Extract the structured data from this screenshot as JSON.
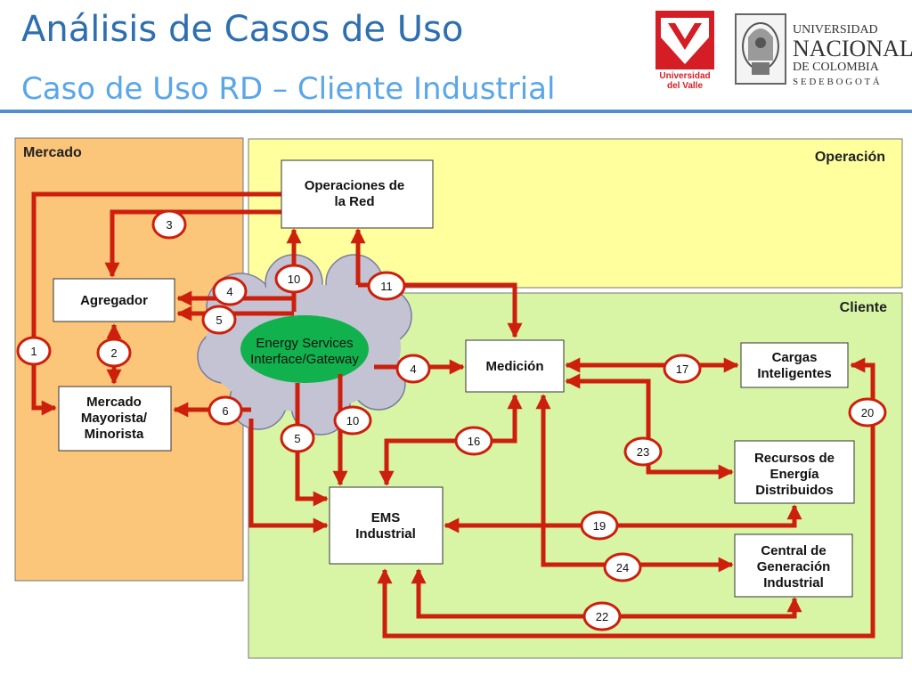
{
  "header": {
    "title": "Análisis de Casos de Uso",
    "subtitle": "Caso de Uso RD – Cliente Industrial"
  },
  "logos": {
    "left_line1": "Universidad",
    "left_line2": "del Valle",
    "right_line1": "UNIVERSIDAD",
    "right_line2": "NACIONAL",
    "right_line3": "DE COLOMBIA",
    "right_line4": "S E D E   B O G O T Á"
  },
  "diagram": {
    "domains": {
      "mercado": "Mercado",
      "operacion": "Operación",
      "cliente": "Cliente"
    },
    "nodes": {
      "operaciones_red_1": "Operaciones de",
      "operaciones_red_2": "la Red",
      "agregador": "Agregador",
      "mercado_1": "Mercado",
      "mercado_2": "Mayorista/",
      "mercado_3": "Minorista",
      "gateway_1": "Energy Services",
      "gateway_2": "Interface/Gateway",
      "medicion": "Medición",
      "cargas_1": "Cargas",
      "cargas_2": "Inteligentes",
      "recursos_1": "Recursos de",
      "recursos_2": "Energía",
      "recursos_3": "Distribuidos",
      "ems_1": "EMS",
      "ems_2": "Industrial",
      "central_1": "Central de",
      "central_2": "Generación",
      "central_3": "Industrial"
    },
    "flows": {
      "f1": "1",
      "f2": "2",
      "f3": "3",
      "f4a": "4",
      "f5a": "5",
      "f6": "6",
      "f10a": "10",
      "f11": "11",
      "f4b": "4",
      "f10b": "10",
      "f5b": "5",
      "f16": "16",
      "f17": "17",
      "f20": "20",
      "f23": "23",
      "f19": "19",
      "f24": "24",
      "f22": "22"
    },
    "colors": {
      "mercado_fill": "#fbc67a",
      "operacion_fill": "#ffff9e",
      "cliente_fill": "#d8f5a6",
      "arrow": "#cc1f0c",
      "gateway_fill": "#11b24d",
      "cloud_fill": "#c3c3d4"
    }
  }
}
